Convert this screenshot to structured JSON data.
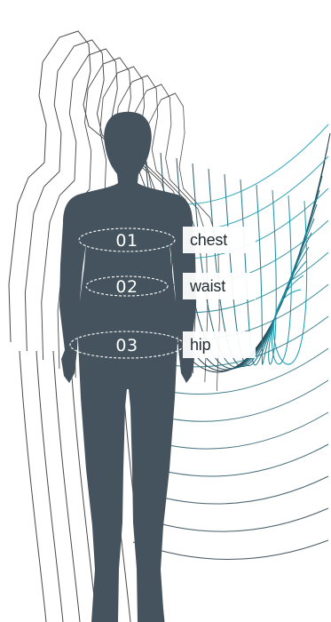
{
  "measurements": [
    {
      "number": "01",
      "label": "chest"
    },
    {
      "number": "02",
      "label": "waist"
    },
    {
      "number": "03",
      "label": "hip"
    }
  ],
  "colors": {
    "silhouette": "#44535d",
    "outline_gray": "#4a4a4a",
    "grid_teal": "#159fb3",
    "grid_dark": "#2b3b48",
    "label_text": "#1f2a30",
    "background": "#ffffff"
  }
}
